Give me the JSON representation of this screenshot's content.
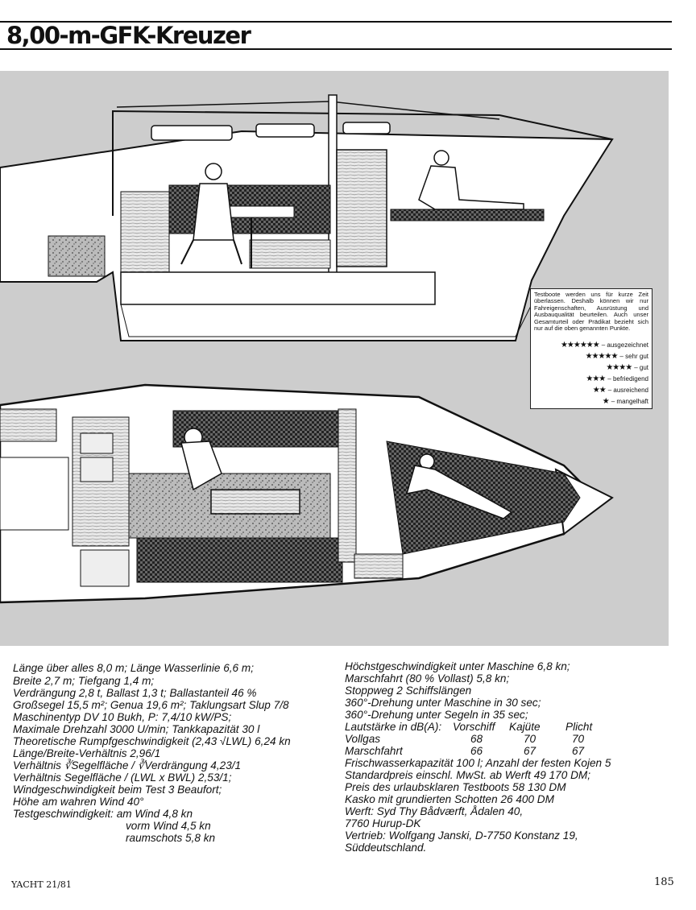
{
  "header": {
    "title": "8,00-m-GFK-Kreuzer"
  },
  "legend": {
    "text": "Testboote werden uns für kurze Zeit überlassen. Deshalb können wir nur Fahreigenschaften, Ausrüstung und Ausbauqualität beurteilen. Auch unser Gesamturteil oder Prädikat bezieht sich nur auf die oben genannten Punkte.",
    "ratings": [
      {
        "stars": "★★★★★★",
        "label": "– ausgezeichnet"
      },
      {
        "stars": "★★★★★",
        "label": "– sehr gut"
      },
      {
        "stars": "★★★★",
        "label": "– gut"
      },
      {
        "stars": "★★★",
        "label": "– befriedigend"
      },
      {
        "stars": "★★",
        "label": "– ausreichend"
      },
      {
        "stars": "★",
        "label": "– mangelhaft"
      }
    ]
  },
  "specs_left": {
    "lines": [
      "Länge über alles 8,0 m; Länge Wasserlinie 6,6 m;",
      "Breite 2,7 m; Tiefgang 1,4 m;",
      "Verdrängung 2,8 t, Ballast 1,3 t; Ballastanteil 46 %",
      "Großsegel 15,5 m²; Genua 19,6 m²; Taklungsart Slup 7/8",
      "Maschinentyp DV 10 Bukh, P: 7,4/10 kW/PS;",
      "Maximale Drehzahl 3000 U/min; Tankkapazität 30 l",
      "Theoretische Rumpfgeschwindigkeit (2,43 √LWL) 6,24 kn",
      "Länge/Breite-Verhältnis 2,96/1",
      "Verhältnis ∛Segelfläche / ∛Verdrängung 4,23/1",
      "Verhältnis Segelfläche / (LWL x BWL) 2,53/1;",
      "Windgeschwindigkeit beim Test 3 Beaufort;",
      "Höhe am wahren Wind 40°",
      "Testgeschwindigkeit: am Wind 4,8 kn"
    ],
    "speed_extra": [
      "vorm Wind 4,5 kn",
      "raumschots 5,8 kn"
    ]
  },
  "specs_right": {
    "lines_top": [
      "Höchstgeschwindigkeit unter Maschine 6,8 kn;",
      "Marschfahrt (80 % Vollast) 5,8 kn;",
      "Stoppweg 2 Schiffslängen",
      "360°-Drehung unter Maschine in 30 sec;",
      "360°-Drehung unter Segeln in 35 sec;"
    ],
    "noise": {
      "header": "Lautstärke in dB(A):",
      "columns": [
        "Vorschiff",
        "Kajüte",
        "Plicht"
      ],
      "rows": [
        {
          "label": "Vollgas",
          "values": [
            "68",
            "70",
            "70"
          ]
        },
        {
          "label": "Marschfahrt",
          "values": [
            "66",
            "67",
            "67"
          ]
        }
      ]
    },
    "lines_bottom": [
      "Frischwasserkapazität 100 l; Anzahl der festen Kojen 5",
      "Standardpreis einschl. MwSt. ab Werft 49 170 DM;",
      "Preis des urlaubsklaren Testboots 58 130 DM",
      "Kasko mit grundierten Schotten 26 400 DM",
      "Werft: Syd Thy Bådværft, Ådalen 40,",
      "7760 Hurup-DK",
      "Vertrieb: Wolfgang Janski, D-7750 Konstanz 19,",
      "Süddeutschland."
    ]
  },
  "footer": {
    "magazine": "YACHT 21/81",
    "page_number": "185"
  }
}
